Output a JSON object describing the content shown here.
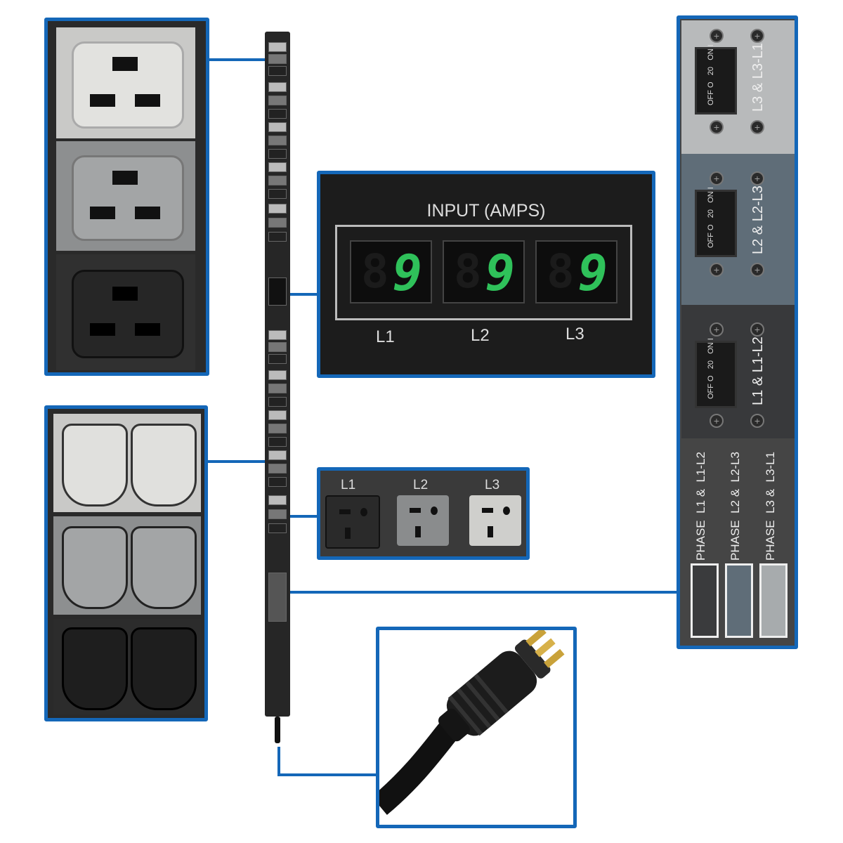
{
  "display_panel": {
    "title": "INPUT (AMPS)",
    "readings": [
      {
        "phase": "L1",
        "value": "9"
      },
      {
        "phase": "L2",
        "value": "9"
      },
      {
        "phase": "L3",
        "value": "9"
      }
    ],
    "ghost_digit": "8",
    "digit_color": "#2fc15a"
  },
  "receptacle_panel": {
    "labels": [
      "L1",
      "L2",
      "L3"
    ]
  },
  "breaker_panel": {
    "breakers": [
      {
        "label": "L3 & L3-L1",
        "off": "OFF",
        "off_symbol": "O",
        "on": "ON",
        "on_symbol": "I",
        "rating": "20"
      },
      {
        "label": "L2 & L2-L3",
        "off": "OFF",
        "off_symbol": "O",
        "on": "ON",
        "on_symbol": "I",
        "rating": "20"
      },
      {
        "label": "L1 & L1-L2",
        "off": "OFF",
        "off_symbol": "O",
        "on": "ON",
        "on_symbol": "I",
        "rating": "20"
      }
    ],
    "legend": [
      "PHASE  L1 &  L1-L2",
      "PHASE  L2 &  L2-L3",
      "PHASE  L3 &  L3-L1"
    ]
  },
  "colors": {
    "callout": "#1467b8",
    "phase_l1": "#3a3b3d",
    "phase_l2": "#5f6d78",
    "phase_l3": "#b8babb"
  }
}
